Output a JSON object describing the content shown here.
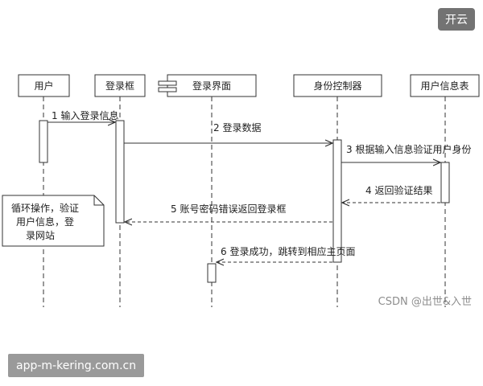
{
  "diagram": {
    "participants": [
      {
        "id": "user",
        "label": "用户"
      },
      {
        "id": "login_box",
        "label": "登录框"
      },
      {
        "id": "login_ui",
        "label": "登录界面"
      },
      {
        "id": "identity_ctrl",
        "label": "身份控制器"
      },
      {
        "id": "user_info_table",
        "label": "用户信息表"
      }
    ],
    "messages": [
      {
        "from": "user",
        "to": "login_box",
        "text": "1 输入登录信息",
        "style": "solid"
      },
      {
        "from": "login_box",
        "to": "identity_ctrl",
        "text": "2 登录数据",
        "style": "solid"
      },
      {
        "from": "identity_ctrl",
        "to": "user_info_table",
        "text": "3 根据输入信息验证用户身份",
        "style": "solid"
      },
      {
        "from": "user_info_table",
        "to": "identity_ctrl",
        "text": "4 返回验证结果",
        "style": "dashed"
      },
      {
        "from": "identity_ctrl",
        "to": "login_box",
        "text": "5 账号密码错误返回登录框",
        "style": "dashed"
      },
      {
        "from": "identity_ctrl",
        "to": "login_ui",
        "text": "6 登录成功，跳转到相应主页面",
        "style": "dashed"
      }
    ],
    "note": {
      "lines": [
        "循环操作，验证",
        "用户信息，登",
        "录网站"
      ]
    }
  },
  "branding": {
    "badge": "开云",
    "watermark": "CSDN @出世&入世",
    "url": "app-m-kering.com.cn"
  }
}
